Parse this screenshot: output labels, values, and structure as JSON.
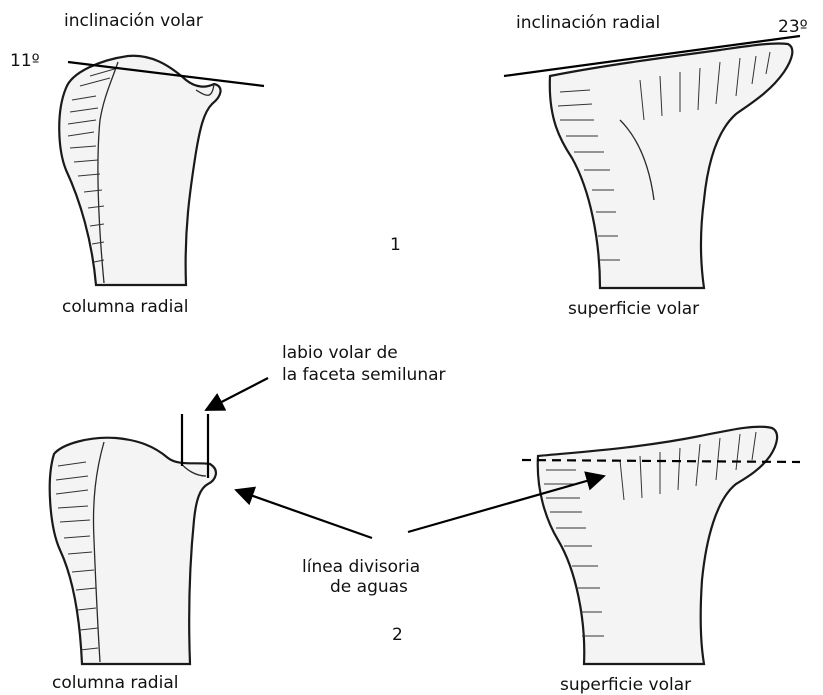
{
  "panel1": {
    "label_inclinacion_volar": "inclinación volar",
    "label_inclinacion_radial": "inclinación radial",
    "angle_volar": "11º",
    "angle_radial": "23º",
    "number": "1",
    "label_columna_radial": "columna radial",
    "label_superficie_volar": "superficie volar"
  },
  "panel2": {
    "label_labio_line1": "labio volar de",
    "label_labio_line2": "la faceta semilunar",
    "label_linea_line1": "línea divisoria",
    "label_linea_line2": "de aguas",
    "number": "2",
    "label_columna_radial": "columna radial",
    "label_superficie_volar": "superficie volar"
  }
}
